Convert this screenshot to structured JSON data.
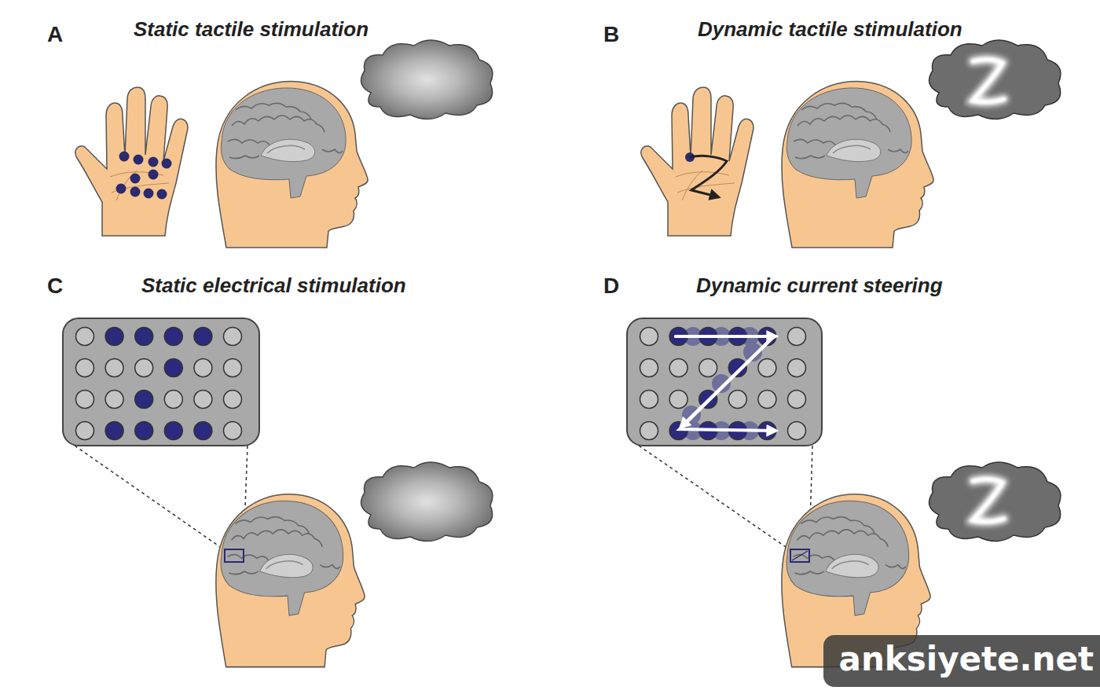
{
  "diagram": {
    "labels": [
      "A",
      "Static tactile stimulation",
      "B",
      "Dynamic tactile stimulation",
      "C",
      "Static electrical stimulation",
      "D",
      "Dynamic current steering",
      "anksiyete.net"
    ]
  }
}
